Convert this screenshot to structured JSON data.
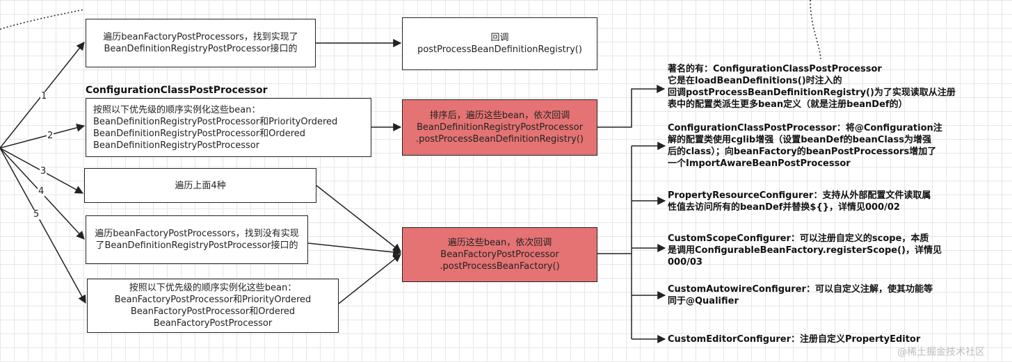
{
  "boxes": {
    "b1": "遍历beanFactoryPostProcessors，找到实现了BeanDefinitionRegistryPostProcessor接口的",
    "callback1": "回调\npostProcessBeanDefinitionRegistry()",
    "b2_title": "ConfigurationClassPostProcessor",
    "b2": "按照以下优先级的顺序实例化这些bean：\nBeanDefinitionRegistryPostProcessor和PriorityOrdered\nBeanDefinitionRegistryPostProcessor和Ordered\nBeanDefinitionRegistryPostProcessor",
    "sorted": "排序后，遍历这些bean，依次回调\nBeanDefinitionRegistryPostProcessor\n.postProcessBeanDefinitionRegistry()",
    "b3": "遍历上面4种",
    "b4": "遍历beanFactoryPostProcessors，找到没有实现了BeanDefinitionRegistryPostProcessor接口的",
    "b5": "按照以下优先级的顺序实例化这些bean：\nBeanFactoryPostProcessor和PriorityOrdered\nBeanFactoryPostProcessor和Ordered\nBeanFactoryPostProcessor",
    "iterate": "遍历这些bean，依次回调\nBeanFactoryPostProcessor\n.postProcessBeanFactory()"
  },
  "edge_labels": [
    "1",
    "2",
    "3",
    "4",
    "5"
  ],
  "notes": {
    "famous": "著名的有：ConfigurationClassPostProcessor\n它是在loadBeanDefinitions()时注入的\n回调postProcessBeanDefinitionRegistry()为了实现读取从注册\n表中的配置类派生更多bean定义（就是注册beanDef的）",
    "ccpp": "ConfigurationClassPostProcessor：将@Configuration注\n解的配置类使用cglib增强（设置beanDef的beanClass为增强\n后的class）；向beanFactory的beanPostProcessors增加了\n一个ImportAwareBeanPostProcessor",
    "prc": "PropertyResourceConfigurer：支持从外部配置文件读取属\n性值去访问所有的beanDef并替换${}，详情见000/02",
    "csc": "CustomScopeConfigurer：可以注册自定义的scope，本质\n是调用ConfigurableBeanFactory.registerScope()，详情见\n000/03",
    "cac": "CustomAutowireConfigurer：可以自定义注解，使其功能等\n同于@Qualifier",
    "cec": "CustomEditorConfigurer：注册自定义PropertyEditor"
  },
  "watermark": "@稀土掘金技术社区"
}
